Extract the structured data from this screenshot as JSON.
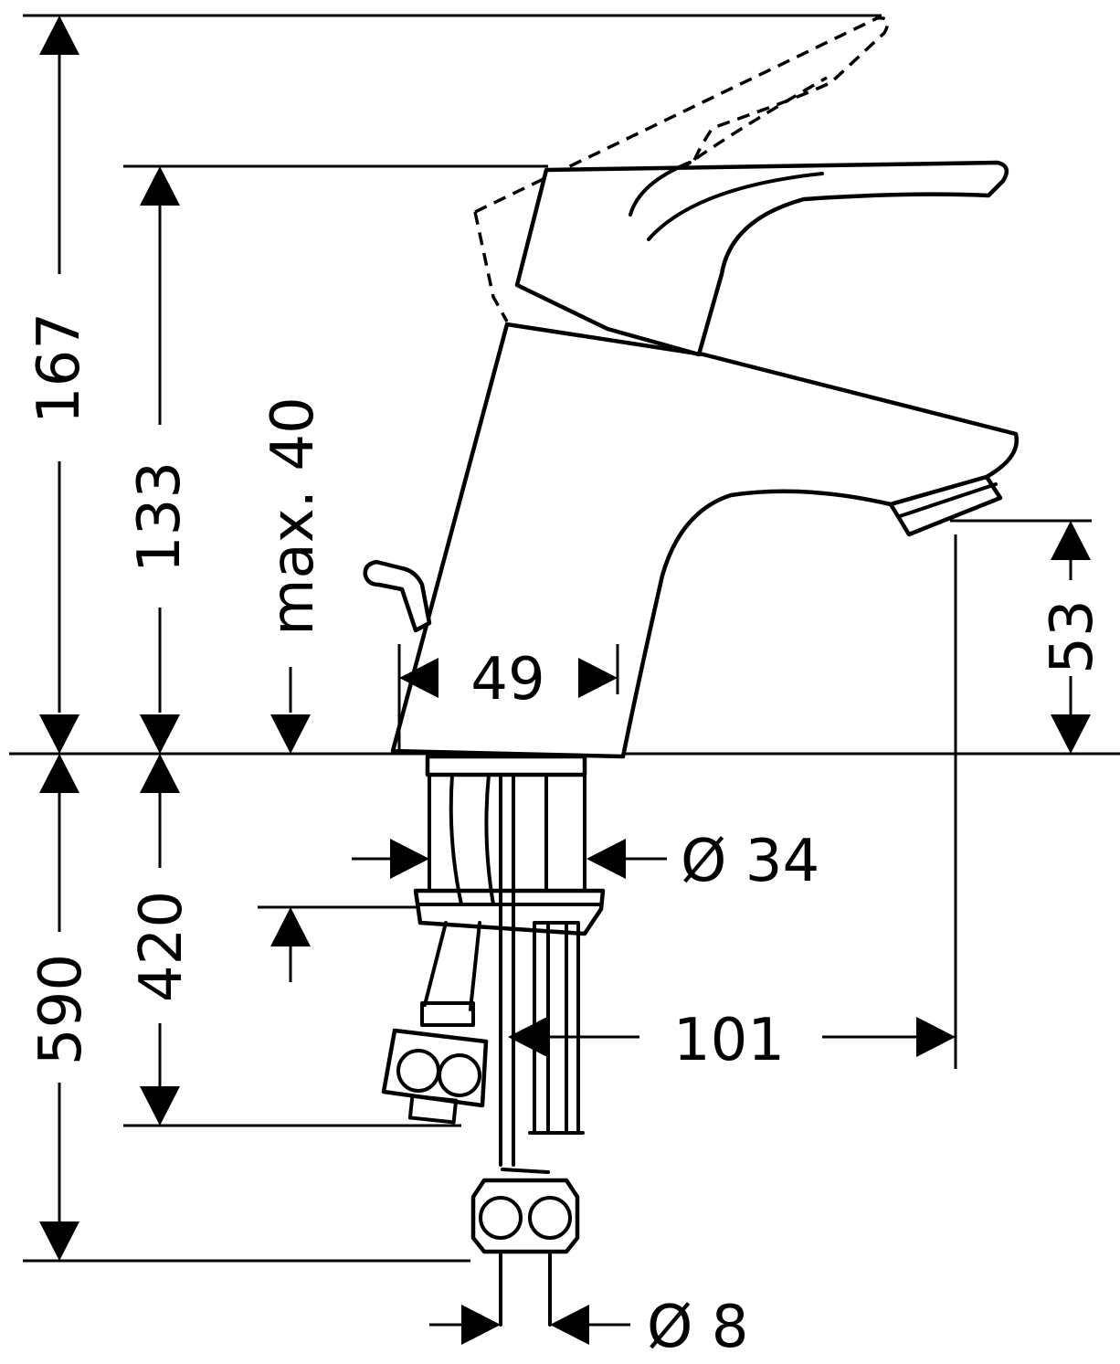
{
  "dimensions": {
    "overall_height": "167",
    "handle_height": "133",
    "max_thickness": "max.  40",
    "base_width": "49",
    "spout_height": "53",
    "shank_diameter": "Ø 34",
    "hose_length": "590",
    "connection_length": "420",
    "projection": "101",
    "pipe_diameter": "Ø 8"
  }
}
